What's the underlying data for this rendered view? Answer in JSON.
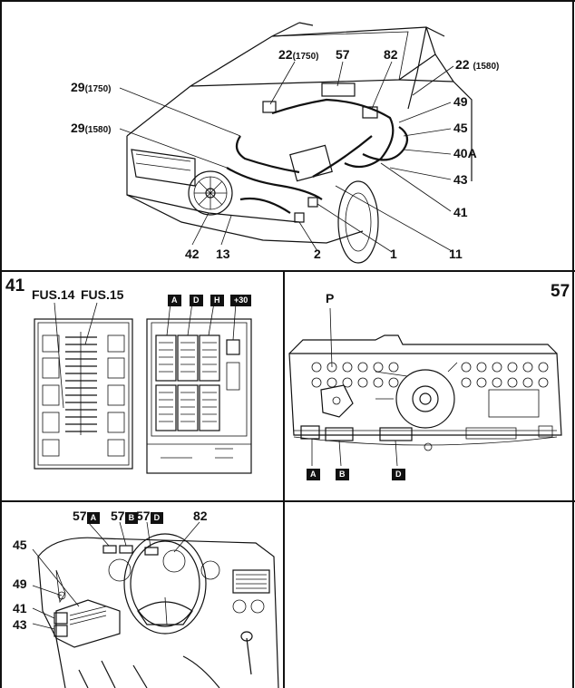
{
  "top": {
    "labels": {
      "l22a": "22",
      "l22a_sub": "(1750)",
      "l57": "57",
      "l82": "82",
      "l22b": "22",
      "l22b_sub": "(1580)",
      "l29a": "29",
      "l29a_sub": "(1750)",
      "l29b": "29",
      "l29b_sub": "(1580)",
      "l49": "49",
      "l45": "45",
      "l40a": "40A",
      "l43": "43",
      "l41": "41",
      "l42": "42",
      "l13": "13",
      "l2": "2",
      "l1": "1",
      "l11": "11"
    }
  },
  "fuse_panel": {
    "number": "41",
    "fus14": "FUS.14",
    "fus15": "FUS.15",
    "conn_a": "A",
    "conn_d": "D",
    "conn_h": "H",
    "conn_30": "+30"
  },
  "cluster_panel": {
    "number": "57",
    "p": "P",
    "conn_a": "A",
    "conn_b": "B",
    "conn_d": "D"
  },
  "dash_panel": {
    "l57a": "57",
    "l57a_box": "A",
    "l57b": "57",
    "l57b_box": "B",
    "l57d": "57",
    "l57d_box": "D",
    "l82": "82",
    "l45": "45",
    "l49": "49",
    "l41": "41",
    "l43": "43"
  },
  "colors": {
    "ink": "#111111",
    "paper": "#ffffff"
  }
}
